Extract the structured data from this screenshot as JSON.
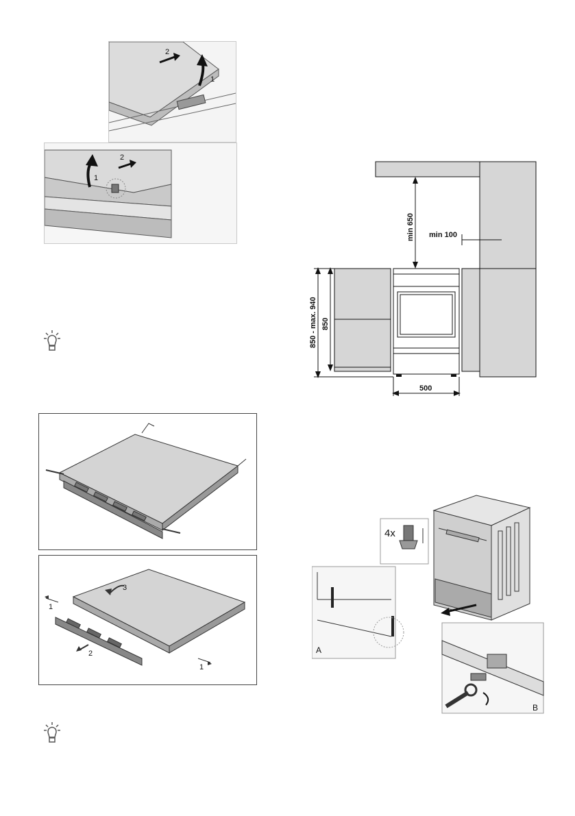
{
  "fig_lid_top": {
    "step1": "1",
    "step2": "2"
  },
  "fig_lid_bottom": {
    "step1": "1",
    "step2": "2"
  },
  "tip_icon_1": "lightbulb-icon",
  "tip_icon_2": "lightbulb-icon",
  "fig_drawer_top": {},
  "fig_drawer_bottom": {
    "step1a": "1",
    "step2": "2",
    "step3": "3",
    "step1b": "1"
  },
  "fig_dimensions": {
    "min_650": "min 650",
    "min_100": "min 100",
    "height_range": "850 - max. 940",
    "height_850": "850",
    "width_500": "500"
  },
  "fig_feet": {
    "quantity": "4x",
    "label_a": "A",
    "label_b": "B"
  }
}
